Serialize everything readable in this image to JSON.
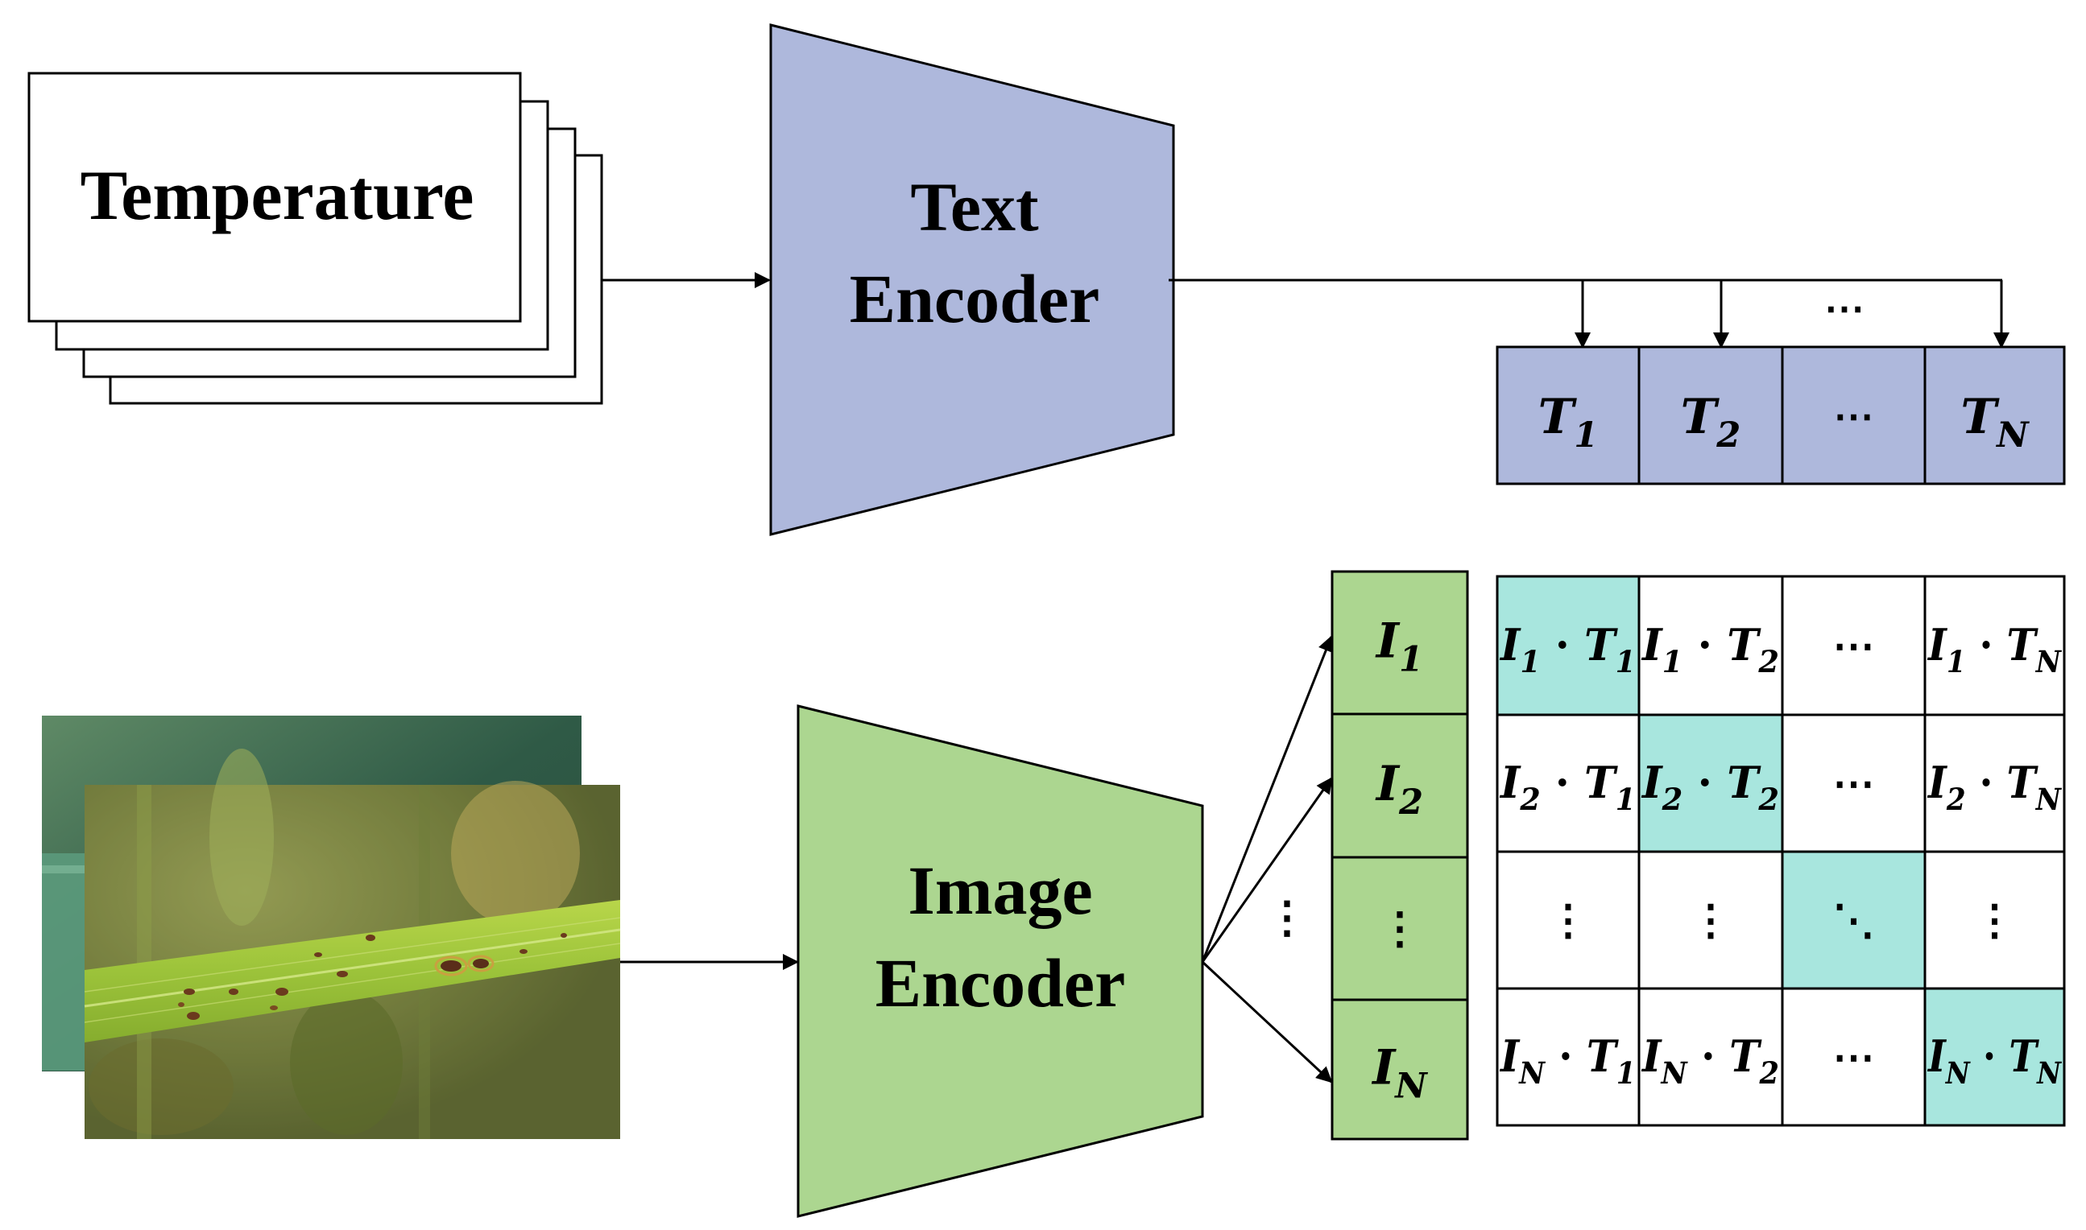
{
  "prompt_card": {
    "label": "Temperature"
  },
  "text_encoder": {
    "line1": "Text",
    "line2": "Encoder"
  },
  "image_encoder": {
    "line1": "Image",
    "line2": "Encoder"
  },
  "ellipsis": "⋯",
  "vertical_ellipsis": "⋮",
  "diagonal_ellipsis": "⋱",
  "text_embeddings": [
    {
      "base": "T",
      "sub": "1"
    },
    {
      "base": "T",
      "sub": "2"
    },
    {
      "base": "⋯",
      "sub": ""
    },
    {
      "base": "T",
      "sub": "N"
    }
  ],
  "image_embeddings": [
    {
      "base": "I",
      "sub": "1"
    },
    {
      "base": "I",
      "sub": "2"
    },
    {
      "base": "⋮",
      "sub": ""
    },
    {
      "base": "I",
      "sub": "N"
    }
  ],
  "similarity_matrix": {
    "rows": [
      [
        {
          "i": "1",
          "t": "1",
          "highlight": true
        },
        {
          "i": "1",
          "t": "2",
          "highlight": false
        },
        {
          "symbol": "⋯",
          "highlight": false
        },
        {
          "i": "1",
          "t": "N",
          "highlight": false
        }
      ],
      [
        {
          "i": "2",
          "t": "1",
          "highlight": false
        },
        {
          "i": "2",
          "t": "2",
          "highlight": true
        },
        {
          "symbol": "⋯",
          "highlight": false
        },
        {
          "i": "2",
          "t": "N",
          "highlight": false
        }
      ],
      [
        {
          "symbol": "⋮",
          "highlight": false
        },
        {
          "symbol": "⋮",
          "highlight": false
        },
        {
          "symbol": "⋱",
          "highlight": true
        },
        {
          "symbol": "⋮",
          "highlight": false
        }
      ],
      [
        {
          "i": "N",
          "t": "1",
          "highlight": false
        },
        {
          "i": "N",
          "t": "2",
          "highlight": false
        },
        {
          "symbol": "⋯",
          "highlight": false
        },
        {
          "i": "N",
          "t": "N",
          "highlight": true
        }
      ]
    ]
  },
  "colors": {
    "text_encoder_fill": "#aeb8dc",
    "image_encoder_fill": "#acd690",
    "highlight_cell": "#a8e6de",
    "stroke": "#000000"
  }
}
